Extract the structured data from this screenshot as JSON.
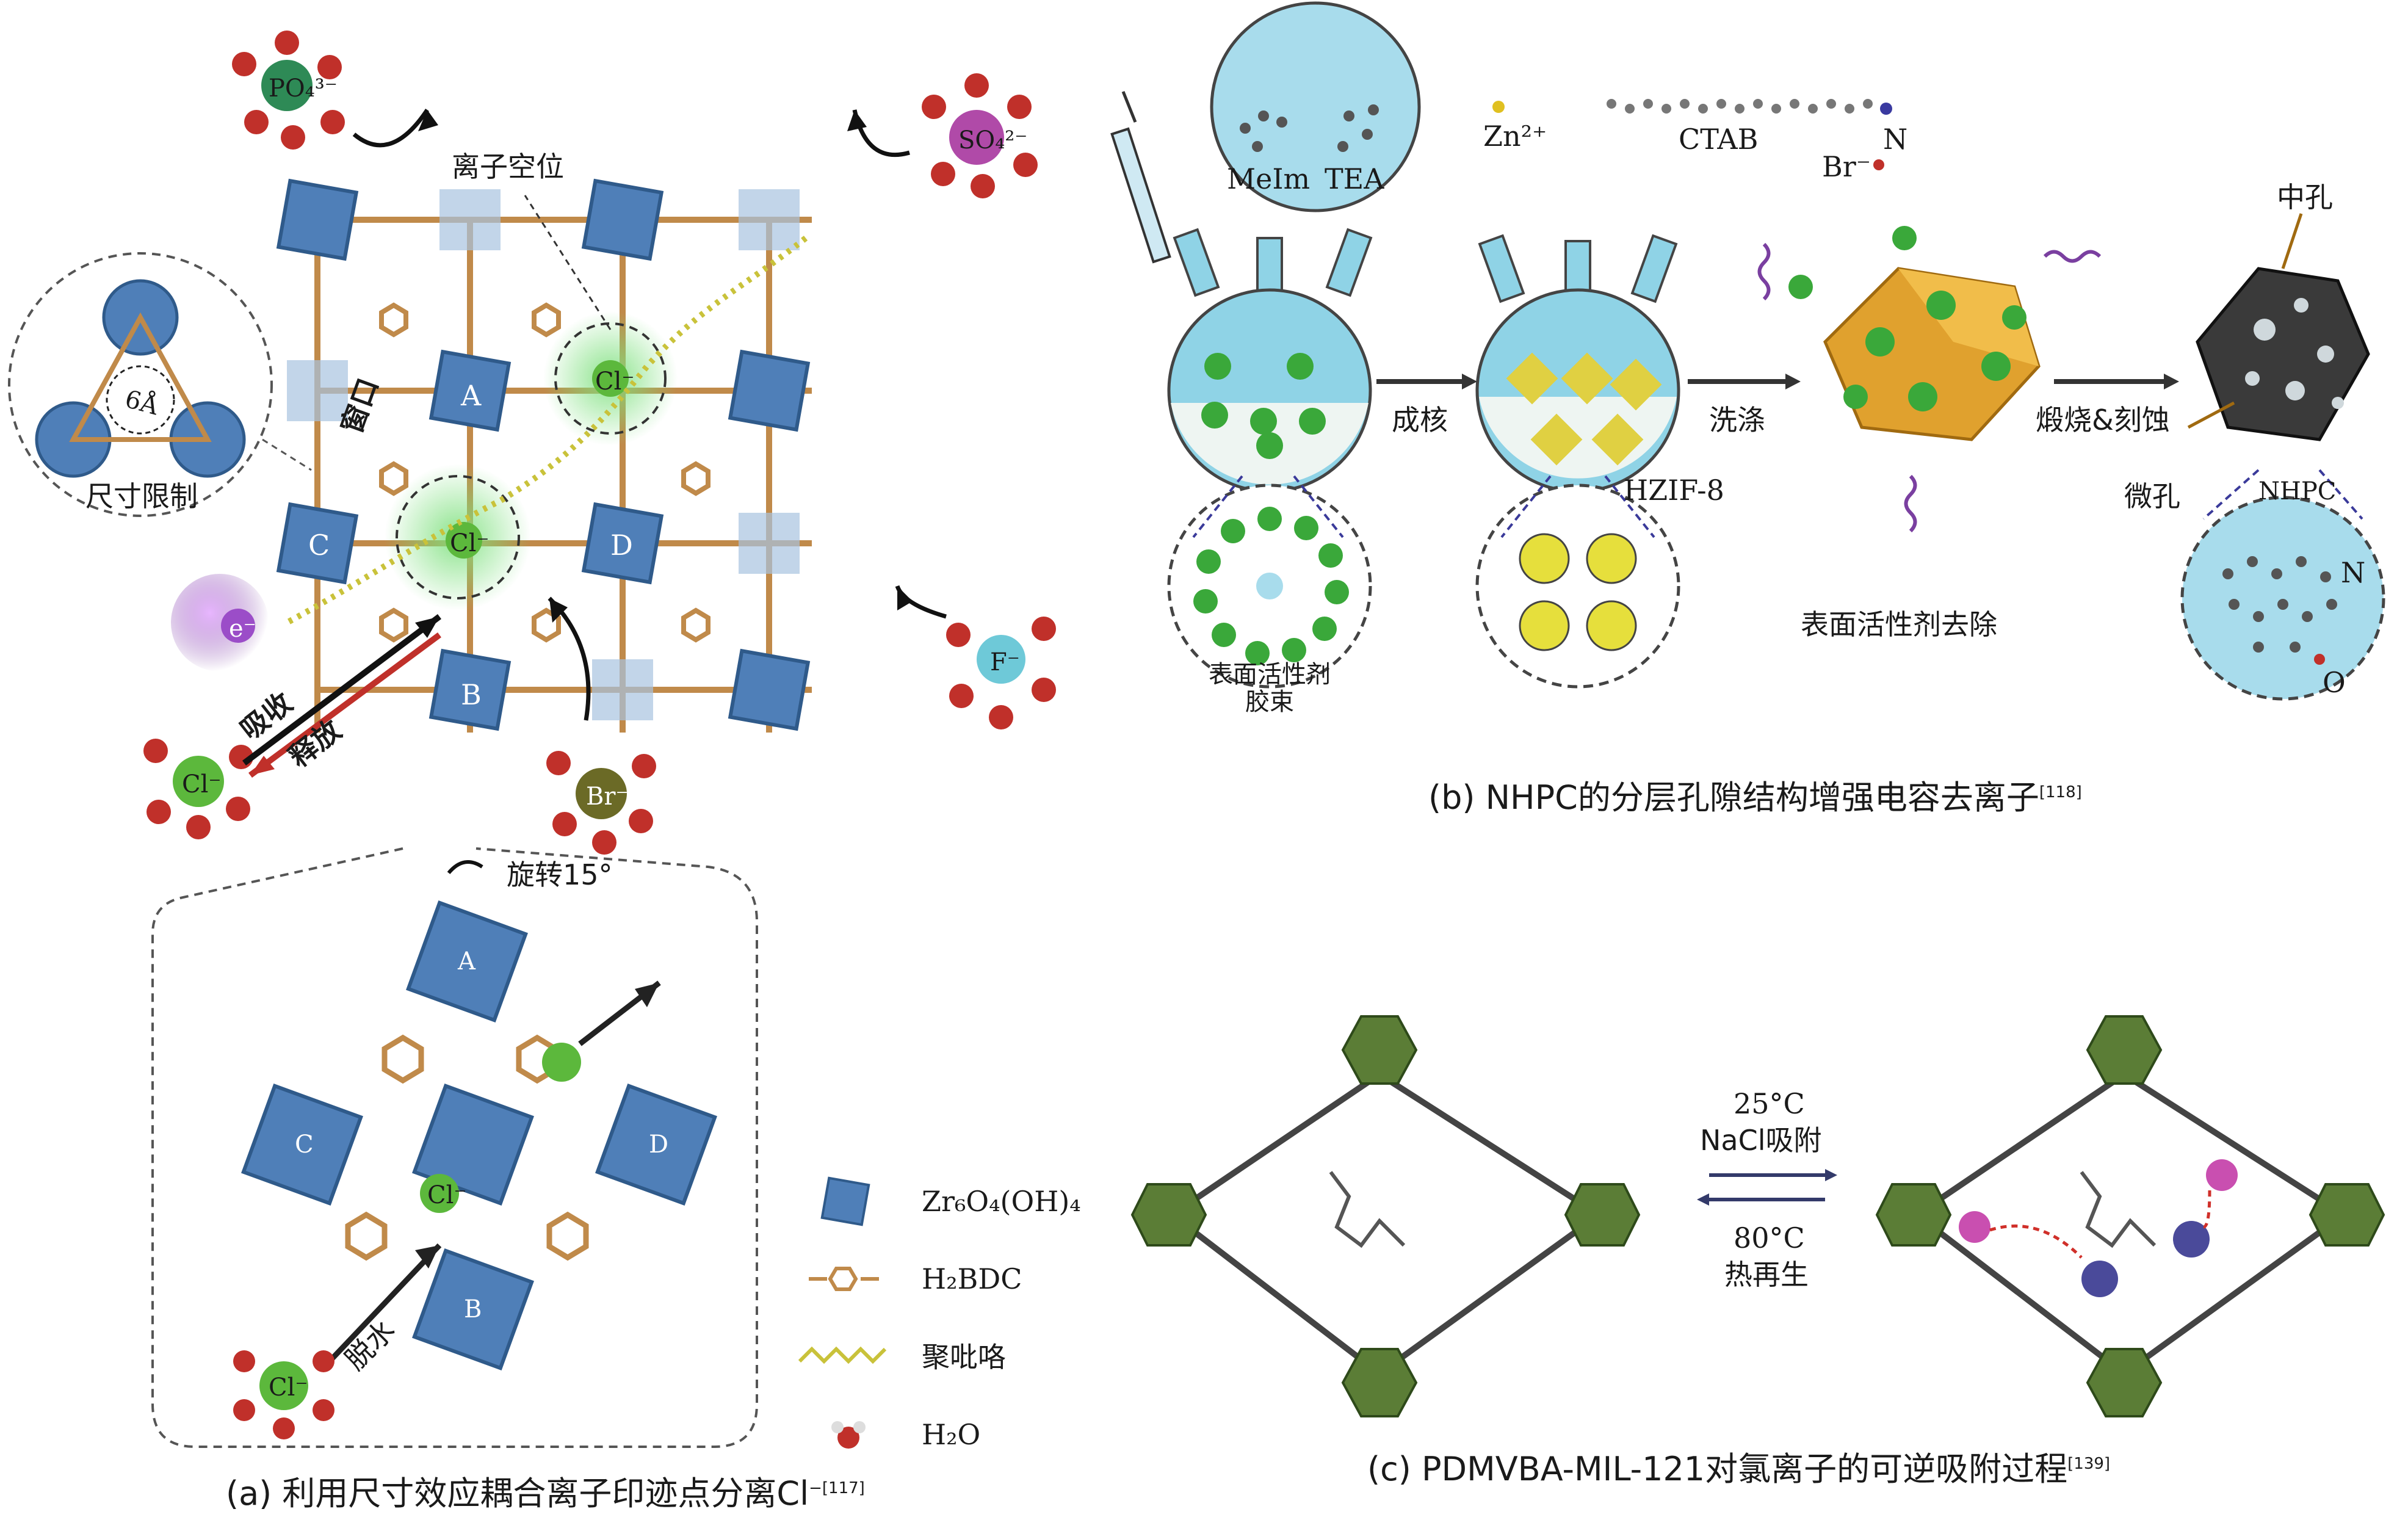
{
  "panel_a": {
    "caption": "(a) 利用尺寸效应耦合离子印迹点分离Cl",
    "caption_sup": "−[117]",
    "ion_vacancy_label": "离子空位",
    "window_label": "窗口",
    "size_limit_label": "尺寸限制",
    "pore_size_label": "6Å",
    "absorb_label": "吸收",
    "release_label": "释放",
    "rotate_label": "旋转15°",
    "dehydrate_label": "脱水",
    "cluster_labels": [
      "A",
      "B",
      "C",
      "D"
    ],
    "ions": {
      "phosphate": "PO₄³⁻",
      "sulfate": "SO₄²⁻",
      "fluoride": "F⁻",
      "chloride": "Cl⁻",
      "bromide": "Br⁻",
      "electron": "e⁻"
    },
    "legend": [
      {
        "key": "zr",
        "text": "Zr₆O₄(OH)₄",
        "icon": "zr-cluster-icon"
      },
      {
        "key": "bdc",
        "text": "H₂BDC",
        "icon": "linker-icon"
      },
      {
        "key": "ppy",
        "text": "聚吡咯",
        "icon": "polypyrrole-icon"
      },
      {
        "key": "h2o",
        "text": "H₂O",
        "icon": "water-icon"
      }
    ]
  },
  "panel_b": {
    "caption": "(b) NHPC的分层孔隙结构增强电容去离子",
    "caption_sup": "[118]",
    "meim": "MeIm",
    "tea": "TEA",
    "zn": "Zn²⁺",
    "ctab": "CTAB",
    "br": "Br⁻",
    "n": "N",
    "nucleation": "成核",
    "washing": "洗涤",
    "hzif": "HZIF-8",
    "calcine": "煅烧&刻蚀",
    "mesopore": "中孔",
    "micropore": "微孔",
    "nhpc": "NHPC",
    "surfactant_removal": "表面活性剂去除",
    "micelle_line1": "表面活性剂",
    "micelle_line2": "胶束",
    "nhpc_n": "N",
    "nhpc_o": "O"
  },
  "panel_c": {
    "caption": "(c) PDMVBA-MIL-121对氯离子的可逆吸附过程",
    "caption_sup": "[139]",
    "forward_temp": "25°C",
    "forward_label": "NaCl吸附",
    "reverse_temp": "80°C",
    "reverse_label": "热再生"
  },
  "colors": {
    "zr_blue": "#4f7fb8",
    "linker": "#c08a4a",
    "chloride_green": "#5cb83c",
    "glow": "#7ee07e",
    "water_red": "#c0302a",
    "flask_blue": "#8fd3e6",
    "zif_orange": "#e0a12e",
    "carbon_dark": "#3a3a3a",
    "octa_green": "#5b7d36",
    "purple": "#7a3fa0"
  }
}
